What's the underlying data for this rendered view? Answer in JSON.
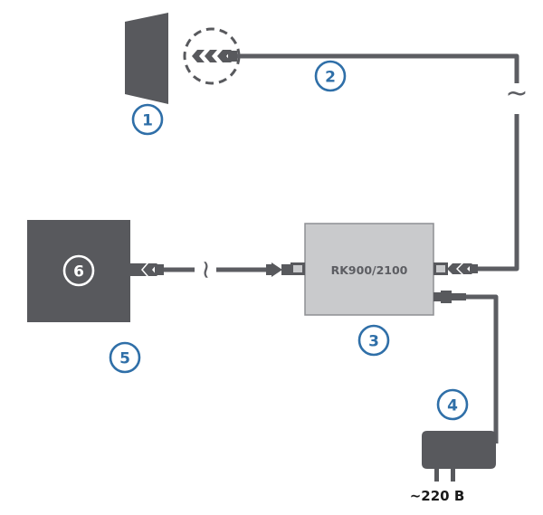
{
  "colors": {
    "badge": "#2f6fa8",
    "device_dark": "#58595d",
    "repeater_body": "#c9cacc",
    "cable": "#5c5d62"
  },
  "labels": {
    "antenna_number": "1",
    "cable_number": "2",
    "repeater_number": "3",
    "power_number": "4",
    "indoor_number": "5",
    "indoor_device_number": "6",
    "repeater_model": "RK900/2100",
    "voltage": "~220 B",
    "tilde_long_cable": "~",
    "tilde_short_cable": "~"
  },
  "icons": {
    "outdoor_antenna": "panel-antenna-icon",
    "connector_zoom": "dashed-circle-connector-icon",
    "repeater": "repeater-box-icon",
    "power_adapter": "power-adapter-icon",
    "indoor_device": "indoor-antenna-icon"
  }
}
